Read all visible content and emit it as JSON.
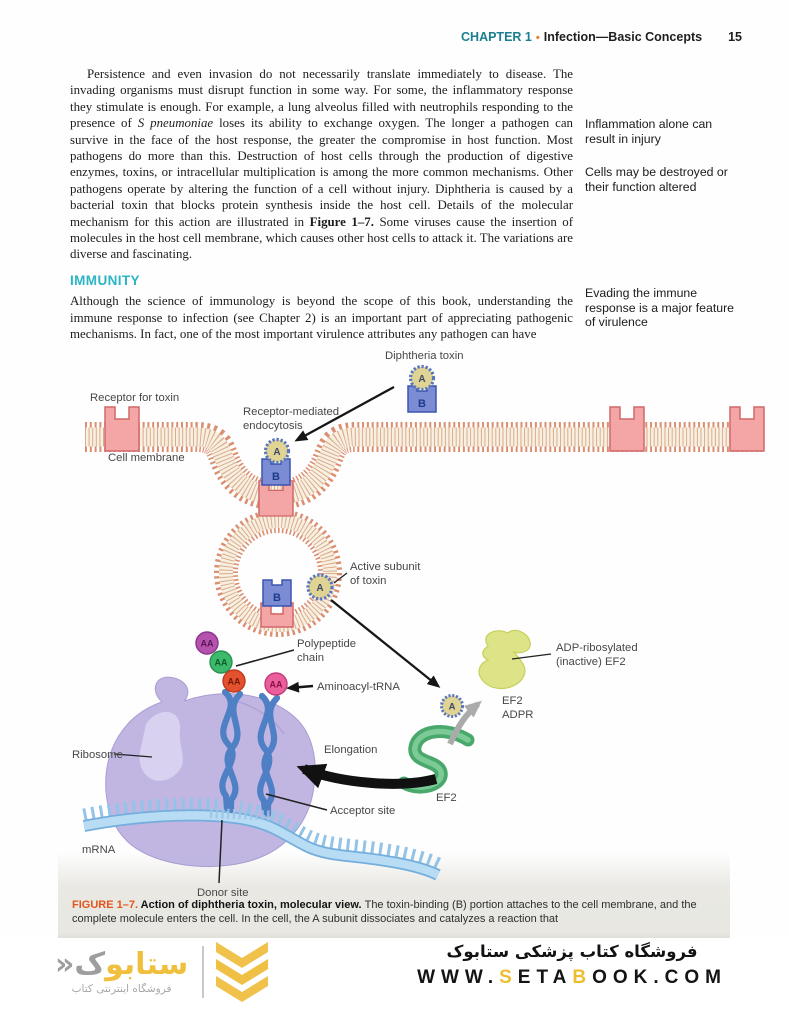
{
  "header": {
    "chapter": "CHAPTER 1",
    "bullet": "•",
    "title": "Infection—Basic Concepts",
    "page_number": "15"
  },
  "body": {
    "p1_s1": "Persistence and even invasion do not necessarily translate immediately to disease. The invading organisms must disrupt function in some way. For some, the inflammatory response they stimulate is enough. For example, a lung alveolus filled with neutrophils responding to the presence of ",
    "p1_italic": "S pneumoniae",
    "p1_s2": " loses its ability to exchange oxygen. The longer a pathogen can survive in the face of the host response, the greater the compromise in host function. Most pathogens do more than this. Destruction of host cells through the production of digestive enzymes, toxins, or intracellular multiplication is among the more common mechanisms. Other pathogens operate by altering the function of a cell without injury. Diphtheria is caused by a bacterial toxin that blocks protein synthesis inside the host cell. Details of the molecular mechanism for this action are illustrated in ",
    "p1_bold": "Figure 1–7.",
    "p1_s3": " Some viruses cause the insertion of molecules in the host cell membrane, which causes other host cells to attack it. The variations are diverse and fascinating.",
    "immunity_heading": "IMMUNITY",
    "p2": "Although the science of immunology is beyond the scope of this book, understanding the immune response to infection (see Chapter 2) is an important part of appreciating pathogenic mechanisms. In fact, one of the most important virulence attributes any pathogen can have"
  },
  "margin_notes": [
    "Inflammation alone can result in injury",
    "Cells may be destroyed or their function altered",
    "Evading the immune response is a major feature of virulence"
  ],
  "figure": {
    "labels": {
      "diphtheria_toxin": "Diphtheria toxin",
      "receptor_for_toxin": "Receptor for toxin",
      "endocytosis_1": "Receptor-mediated",
      "endocytosis_2": "endocytosis",
      "cell_membrane": "Cell membrane",
      "active_subunit_1": "Active subunit",
      "active_subunit_2": "of toxin",
      "polypeptide_1": "Polypeptide",
      "polypeptide_2": "chain",
      "aminoacyl_trna": "Aminoacyl-tRNA",
      "ribosome": "Ribosome",
      "elongation": "Elongation",
      "ef2": "EF2",
      "ef2_adpr_1": "EF2",
      "ef2_adpr_2": "ADPR",
      "adp_ribosylated_1": "ADP-ribosylated",
      "adp_ribosylated_2": "(inactive) EF2",
      "mrna": "mRNA",
      "acceptor_site": "Acceptor site",
      "donor_site": "Donor site"
    },
    "letters": {
      "a": "A",
      "b": "B",
      "aa": "AA"
    }
  },
  "caption": {
    "tag": "FIGURE 1–7.",
    "title": " Action of diphtheria toxin, molecular view. ",
    "text": "The toxin-binding (B) portion attaches to the cell membrane, and the complete molecule enters the cell. In the cell, the A subunit dissociates and catalyzes a reaction that"
  },
  "footer": {
    "logo_word_yellow": "ستابو",
    "logo_word_gray": "ک«",
    "logo_subtitle": "فروشگاه اینترنتی کتاب",
    "shop_title": "فروشگاه کتاب پزشکی ستابوک",
    "site_w1": "WWW.",
    "site_s": "S",
    "site_w2": "ETA",
    "site_b": "B",
    "site_w3": "OOK.COM"
  },
  "colors": {
    "chapter_teal": "#1b7f90",
    "immunity_cyan": "#2ab5c5",
    "figure_orange": "#e4541c",
    "bullet_orange": "#e87a22",
    "membrane_salmon": "#db8f70",
    "receptor_pink": "#f4a6a6",
    "subunit_blue": "#7b8cd4",
    "subunit_a_tan": "#e0d494",
    "ribosome_lavender": "#beb3e1",
    "trna_blue": "#4f7fc4",
    "mrna_blue": "#aed6f0",
    "ef2_green": "#49a86b",
    "ef2_inactive_yellow": "#dde487",
    "footer_yellow": "#f0c14b"
  }
}
